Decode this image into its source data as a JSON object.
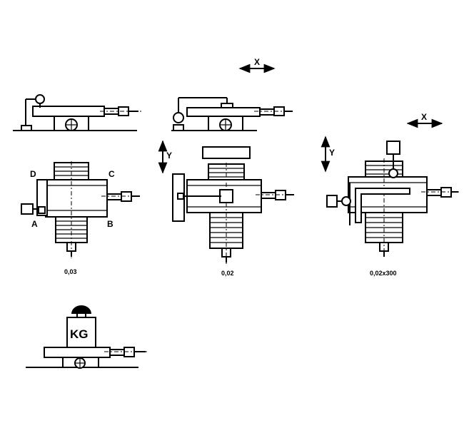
{
  "labels": {
    "axis_x": "X",
    "axis_y": "Y",
    "corner_a": "A",
    "corner_b": "B",
    "corner_c": "C",
    "corner_d": "D",
    "tol_1": "0,03",
    "tol_2": "0,02",
    "tol_3": "0,02x300",
    "weight": "KG"
  }
}
